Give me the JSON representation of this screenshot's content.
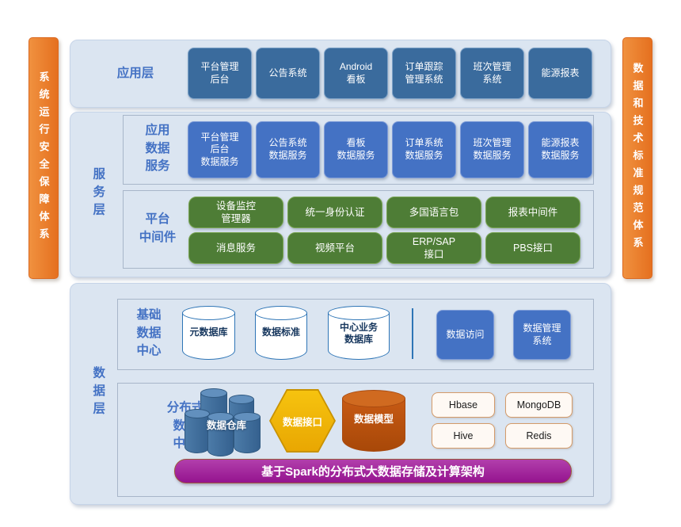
{
  "colors": {
    "panel_blue": "#DBE5F1",
    "steel_blue": "#3A6B9D",
    "royal_blue": "#4472C4",
    "green": "#4E7D36",
    "orange_bar": "#ED7D31",
    "gold": "#F2B90C",
    "purple": "#A2279E",
    "label_blue": "#4472C4"
  },
  "side_bars": {
    "left": "系统运行安全保障体系",
    "right": "数据和技术标准规范体系"
  },
  "app_layer": {
    "label": "应用层",
    "boxes": [
      "平台管理\n后台",
      "公告系统",
      "Android\n看板",
      "订单跟踪\n管理系统",
      "班次管理\n系统",
      "能源报表"
    ]
  },
  "service_layer": {
    "label": "服务层",
    "app_data_services": {
      "label": "应用\n数据\n服务",
      "boxes": [
        "平台管理\n后台\n数据服务",
        "公告系统\n数据服务",
        "看板\n数据服务",
        "订单系统\n数据服务",
        "班次管理\n数据服务",
        "能源报表\n数据服务"
      ]
    },
    "middleware": {
      "label": "平台\n中间件",
      "row1": [
        "设备监控\n管理器",
        "统一身份认证",
        "多国语言包",
        "报表中间件"
      ],
      "row2": [
        "消息服务",
        "视频平台",
        "ERP/SAP\n接口",
        "PBS接口"
      ]
    }
  },
  "data_layer": {
    "label": "数据层",
    "basic_center": {
      "label": "基础\n数据\n中心",
      "cylinders": [
        "元数据库",
        "数据标准",
        "中心业务\n数据库"
      ],
      "boxes": [
        "数据访问",
        "数据管理\n系统"
      ]
    },
    "distributed_center": {
      "label": "分布式\n数据\n中心",
      "warehouse": "数据仓库",
      "interface": "数据接口",
      "model": "数据模型",
      "db_boxes": [
        "Hbase",
        "MongoDB",
        "Hive",
        "Redis"
      ],
      "banner": "基于Spark的分布式大数据存储及计算架构"
    }
  }
}
